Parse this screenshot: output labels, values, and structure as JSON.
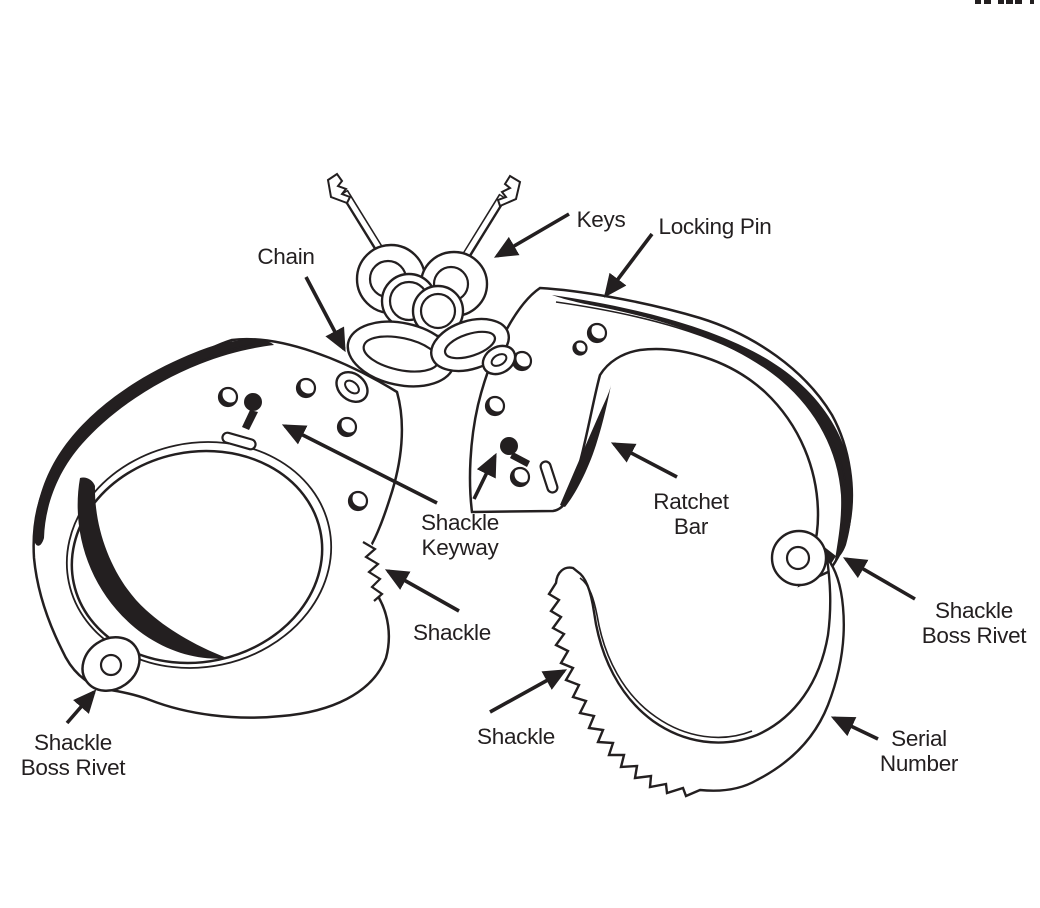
{
  "palette": {
    "ink": "#231f20",
    "background": "#ffffff"
  },
  "labels": {
    "chain": {
      "text": "Chain"
    },
    "keys": {
      "text": "Keys"
    },
    "locking_pin": {
      "text": "Locking Pin"
    },
    "shackle_keyway": {
      "line1": "Shackle",
      "line2": "Keyway"
    },
    "ratchet_bar": {
      "line1": "Ratchet",
      "line2": "Bar"
    },
    "shackle_left": {
      "text": "Shackle"
    },
    "shackle_bottom": {
      "text": "Shackle"
    },
    "shackle_boss_rivet_left": {
      "line1": "Shackle",
      "line2": "Boss Rivet"
    },
    "shackle_boss_rivet_right": {
      "line1": "Shackle",
      "line2": "Boss Rivet"
    },
    "serial_number": {
      "line1": "Serial",
      "line2": "Number"
    }
  }
}
